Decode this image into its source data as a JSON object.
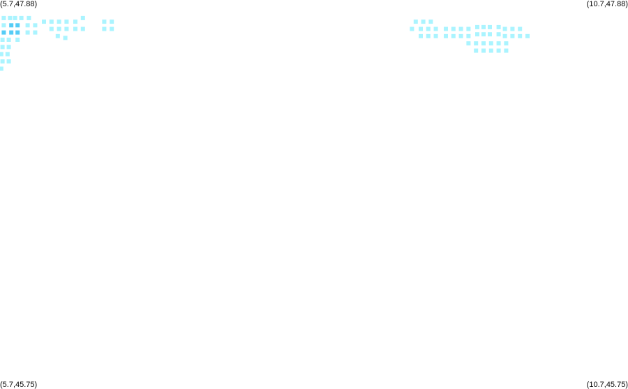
{
  "corners": {
    "top_left": "(5.7,47.88)",
    "top_right": "(10.7,47.88)",
    "bottom_left": "(5.7,45.75)",
    "bottom_right": "(10.7,45.75)"
  },
  "colors": {
    "low": "#aaf4ff",
    "high": "#55ccf6"
  },
  "chart_data": {
    "type": "heatmap",
    "x_range": [
      5.7,
      10.7
    ],
    "y_range": [
      45.75,
      47.88
    ],
    "points": [
      [
        5.73,
        47.78,
        0
      ],
      [
        5.78,
        47.78,
        0
      ],
      [
        5.82,
        47.78,
        0
      ],
      [
        5.87,
        47.78,
        0
      ],
      [
        5.93,
        47.78,
        0
      ],
      [
        5.73,
        47.74,
        0
      ],
      [
        5.79,
        47.74,
        1
      ],
      [
        5.84,
        47.74,
        1
      ],
      [
        5.92,
        47.74,
        0
      ],
      [
        5.98,
        47.74,
        0
      ],
      [
        5.73,
        47.7,
        1
      ],
      [
        5.79,
        47.7,
        1
      ],
      [
        5.84,
        47.7,
        1
      ],
      [
        5.92,
        47.7,
        0
      ],
      [
        5.98,
        47.7,
        0
      ],
      [
        5.72,
        47.66,
        0
      ],
      [
        5.77,
        47.66,
        0
      ],
      [
        5.84,
        47.66,
        0
      ],
      [
        5.72,
        47.62,
        0
      ],
      [
        5.77,
        47.62,
        0
      ],
      [
        5.71,
        47.58,
        0
      ],
      [
        5.76,
        47.58,
        0
      ],
      [
        5.72,
        47.54,
        0
      ],
      [
        5.77,
        47.54,
        0
      ],
      [
        5.71,
        47.5,
        0
      ],
      [
        6.05,
        47.76,
        0
      ],
      [
        6.11,
        47.76,
        0
      ],
      [
        6.17,
        47.76,
        0
      ],
      [
        6.23,
        47.76,
        0
      ],
      [
        6.3,
        47.76,
        0
      ],
      [
        6.36,
        47.78,
        0
      ],
      [
        6.11,
        47.72,
        0
      ],
      [
        6.17,
        47.72,
        0
      ],
      [
        6.23,
        47.72,
        0
      ],
      [
        6.3,
        47.72,
        0
      ],
      [
        6.36,
        47.72,
        0
      ],
      [
        6.16,
        47.68,
        0
      ],
      [
        6.22,
        47.67,
        0
      ],
      [
        6.53,
        47.76,
        0
      ],
      [
        6.59,
        47.76,
        0
      ],
      [
        6.53,
        47.72,
        0
      ],
      [
        6.59,
        47.72,
        0
      ],
      [
        9.01,
        47.76,
        0
      ],
      [
        9.07,
        47.76,
        0
      ],
      [
        9.13,
        47.76,
        0
      ],
      [
        8.98,
        47.72,
        0
      ],
      [
        9.05,
        47.72,
        0
      ],
      [
        9.11,
        47.72,
        0
      ],
      [
        9.17,
        47.72,
        0
      ],
      [
        9.25,
        47.72,
        0
      ],
      [
        9.31,
        47.72,
        0
      ],
      [
        9.37,
        47.72,
        0
      ],
      [
        9.43,
        47.72,
        0
      ],
      [
        9.5,
        47.73,
        0
      ],
      [
        9.55,
        47.73,
        0
      ],
      [
        9.6,
        47.73,
        0
      ],
      [
        9.67,
        47.73,
        0
      ],
      [
        9.72,
        47.72,
        0
      ],
      [
        9.78,
        47.72,
        0
      ],
      [
        9.84,
        47.72,
        0
      ],
      [
        9.05,
        47.68,
        0
      ],
      [
        9.11,
        47.68,
        0
      ],
      [
        9.17,
        47.68,
        0
      ],
      [
        9.25,
        47.68,
        0
      ],
      [
        9.31,
        47.68,
        0
      ],
      [
        9.37,
        47.68,
        0
      ],
      [
        9.43,
        47.68,
        0
      ],
      [
        9.5,
        47.69,
        0
      ],
      [
        9.55,
        47.69,
        0
      ],
      [
        9.6,
        47.69,
        0
      ],
      [
        9.67,
        47.69,
        0
      ],
      [
        9.72,
        47.68,
        0
      ],
      [
        9.78,
        47.68,
        0
      ],
      [
        9.84,
        47.68,
        0
      ],
      [
        9.9,
        47.68,
        0
      ],
      [
        9.43,
        47.64,
        0
      ],
      [
        9.49,
        47.64,
        0
      ],
      [
        9.55,
        47.64,
        0
      ],
      [
        9.61,
        47.64,
        0
      ],
      [
        9.67,
        47.64,
        0
      ],
      [
        9.73,
        47.64,
        0
      ],
      [
        9.49,
        47.6,
        0
      ],
      [
        9.55,
        47.6,
        0
      ],
      [
        9.61,
        47.6,
        0
      ],
      [
        9.67,
        47.6,
        0
      ],
      [
        9.73,
        47.6,
        0
      ]
    ]
  }
}
